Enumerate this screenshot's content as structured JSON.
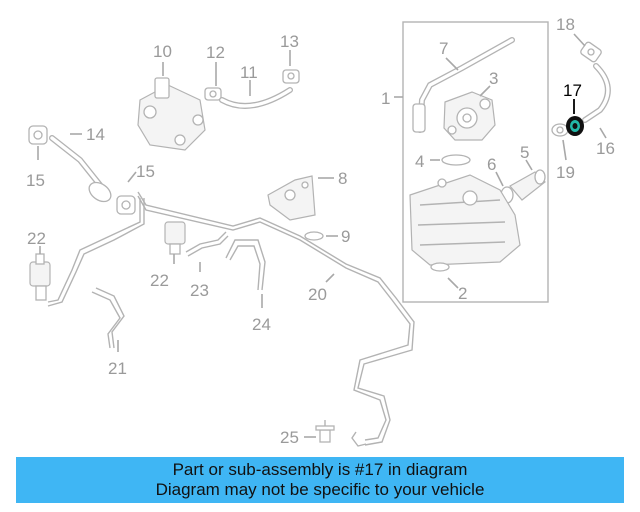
{
  "callouts": {
    "c1": "1",
    "c2": "2",
    "c3": "3",
    "c4": "4",
    "c5": "5",
    "c6": "6",
    "c7": "7",
    "c8": "8",
    "c9": "9",
    "c10": "10",
    "c11": "11",
    "c12": "12",
    "c13": "13",
    "c14": "14",
    "c15a": "15",
    "c15b": "15",
    "c16": "16",
    "c17": "17",
    "c18": "18",
    "c19": "19",
    "c20": "20",
    "c21": "21",
    "c22a": "22",
    "c22b": "22",
    "c23": "23",
    "c24": "24",
    "c25": "25"
  },
  "highlighted_part": "17",
  "colors": {
    "banner": "#3fb6f4",
    "highlight": "#22b8a8",
    "linework": "#b3b3b3"
  },
  "banner": {
    "line1": "Part or sub-assembly is #17 in diagram",
    "line2": "Diagram may not be specific to your vehicle"
  }
}
